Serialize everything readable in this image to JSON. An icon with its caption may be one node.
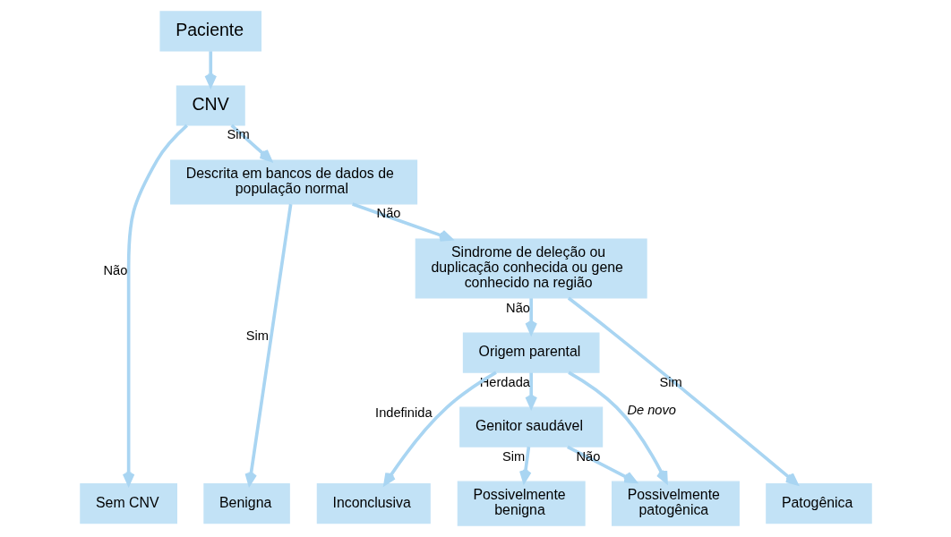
{
  "diagram": {
    "nodes": [
      {
        "text": [
          "Paciente"
        ]
      },
      {
        "text": [
          "CNV"
        ]
      },
      {
        "text": [
          "Descrita em bancos de dados de população normal"
        ]
      },
      {
        "text": [
          "Sindrome de deleção ou duplicação conhecida ou gene conhecido na região"
        ]
      },
      {
        "text": [
          "Origem parental"
        ]
      },
      {
        "text": [
          "Genitor saudável"
        ]
      },
      {
        "text": [
          "Sem CNV"
        ]
      },
      {
        "text": [
          "Benigna"
        ]
      },
      {
        "text": [
          "Inconclusiva"
        ]
      },
      {
        "text": [
          "Possivelmente benigna"
        ]
      },
      {
        "text": [
          "Possivelmente patogênica"
        ]
      },
      {
        "text": [
          "Patogênica"
        ]
      }
    ],
    "edges": [
      {
        "from": 0,
        "to": 1,
        "arrow": "to"
      },
      {
        "from": 1,
        "to": 6,
        "arrow": "to",
        "label": "Não"
      },
      {
        "from": 1,
        "to": 2,
        "arrow": "to",
        "label": "Sim"
      },
      {
        "from": 2,
        "to": 7,
        "arrow": "to",
        "label": "Sim"
      },
      {
        "from": 2,
        "to": 3,
        "arrow": "to",
        "label": "Não"
      },
      {
        "from": 3,
        "to": 11,
        "arrow": "to",
        "label": "Sim"
      },
      {
        "from": 3,
        "to": 4,
        "arrow": "to",
        "label": "Não"
      },
      {
        "from": 4,
        "to": 8,
        "arrow": "to",
        "label": "Indefinida"
      },
      {
        "from": 4,
        "to": 10,
        "arrow": "to",
        "label": "De novo"
      },
      {
        "from": 4,
        "to": 5,
        "arrow": "to",
        "label": "Herdada"
      },
      {
        "from": 5,
        "to": 10,
        "arrow": "to",
        "label": "Não"
      },
      {
        "from": 5,
        "to": 9,
        "arrow": "to",
        "label": "Sim"
      }
    ]
  }
}
